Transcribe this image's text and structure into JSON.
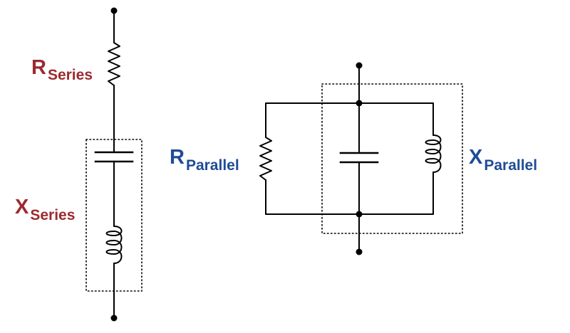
{
  "colors": {
    "series": "#9c2a2f",
    "parallel": "#1f4c96",
    "wire": "#000000"
  },
  "series_circuit": {
    "resistor": {
      "main": "R",
      "subscript": "Series"
    },
    "reactance": {
      "main": "X",
      "subscript": "Series"
    },
    "components": [
      "resistor",
      "capacitor",
      "inductor"
    ]
  },
  "parallel_circuit": {
    "resistor": {
      "main": "R",
      "subscript": "Parallel"
    },
    "reactance": {
      "main": "X",
      "subscript": "Parallel"
    },
    "components": [
      "resistor",
      "capacitor",
      "inductor"
    ]
  }
}
